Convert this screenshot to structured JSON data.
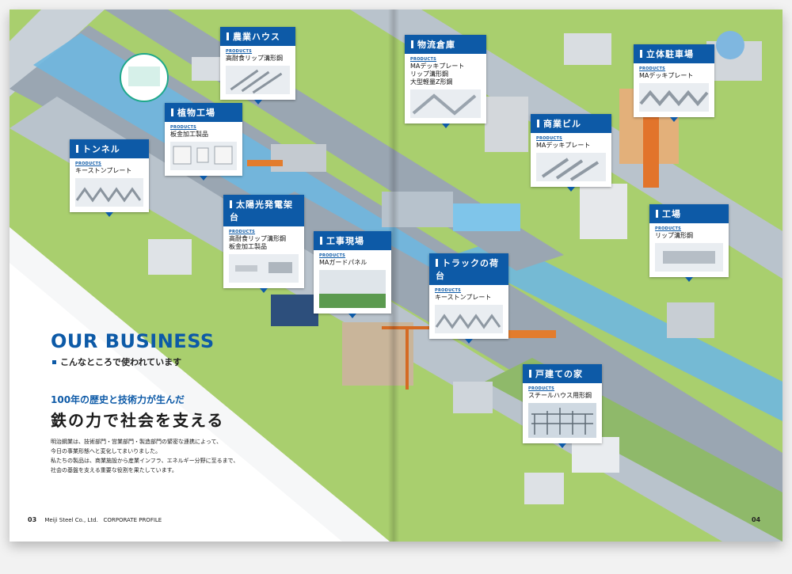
{
  "heading": "OUR BUSINESS",
  "subheading": "こんなところで使われています",
  "tagline_1": "100年の歴史と技術力が生んだ",
  "tagline_2": "鉄の力で社会を支える",
  "body_lines": [
    "明治鋼業は、技術部門・営業部門・製造部門の緊密な連携によって、",
    "今日の事業形態へと変化してまいりました。",
    "私たちの製品は、商業施設から産業インフラ、エネルギー分野に至るまで、",
    "社会の基盤を支える重要な役割を果たしています。"
  ],
  "footer": {
    "page_left": "03",
    "company": "Meiji Steel Co., Ltd.",
    "profile": "CORPORATE PROFILE",
    "page_right": "04"
  },
  "tag_label": "PRODUCTS",
  "cards": [
    {
      "title": "農業ハウス",
      "products": "高耐食リップ溝形鋼"
    },
    {
      "title": "植物工場",
      "products": "板金加工製品"
    },
    {
      "title": "トンネル",
      "products": "キーストンプレート"
    },
    {
      "title": "太陽光発電架台",
      "products": "高耐食リップ溝形鋼\n板金加工製品"
    },
    {
      "title": "工事現場",
      "products": "MAガードパネル"
    },
    {
      "title": "物流倉庫",
      "products": "MAデッキプレート\nリップ溝形鋼\n大型軽量Z形鋼"
    },
    {
      "title": "商業ビル",
      "products": "MAデッキプレート"
    },
    {
      "title": "立体駐車場",
      "products": "MAデッキプレート"
    },
    {
      "title": "工場",
      "products": "リップ溝形鋼"
    },
    {
      "title": "トラックの荷台",
      "products": "キーストンプレート"
    },
    {
      "title": "戸建ての家",
      "products": "スチールハウス用形鋼"
    }
  ],
  "colors": {
    "brand": "#0d5aa7",
    "grass": "#a9cf6e",
    "road": "#9aa6b2",
    "water": "#6fb7df"
  }
}
